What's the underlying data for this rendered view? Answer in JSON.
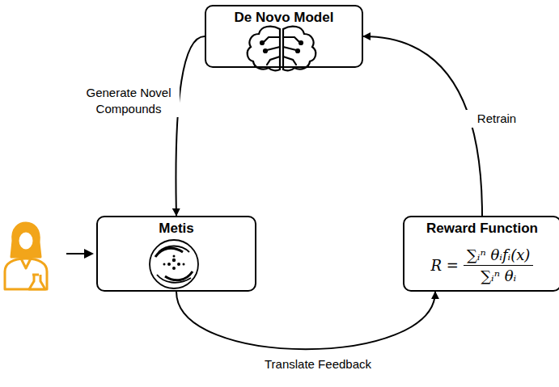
{
  "diagram": {
    "nodes": [
      {
        "text": [
          "De Novo Model"
        ]
      },
      {
        "text": [
          "Metis"
        ]
      },
      {
        "text": [
          "Reward Function",
          "R =",
          "∑ᵢⁿ θᵢfᵢ(x)",
          "∑ᵢⁿ θᵢ"
        ]
      }
    ],
    "edges": [
      {
        "from": 0,
        "to": 1,
        "label": "Generate Novel Compounds",
        "arrow": "to"
      },
      {
        "from": 1,
        "to": 2,
        "label": "Translate Feedback",
        "arrow": "to"
      },
      {
        "from": 2,
        "to": 0,
        "label": "Retrain",
        "arrow": "to"
      }
    ]
  }
}
